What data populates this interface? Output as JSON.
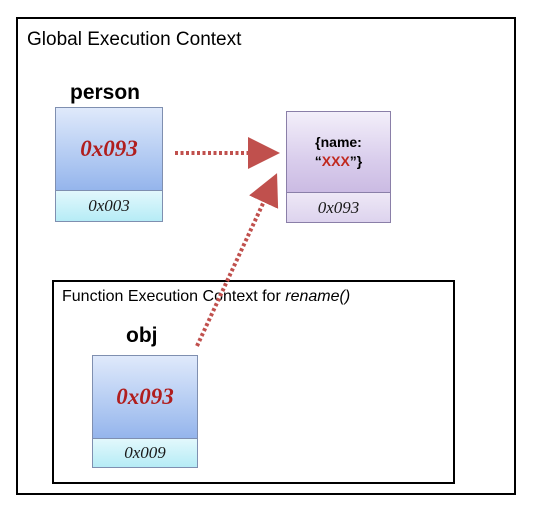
{
  "global_context": {
    "title": "Global Execution Context"
  },
  "function_context": {
    "title_prefix": "Function Execution Context for ",
    "title_fn": "rename()"
  },
  "person": {
    "name": "person",
    "value": "0x093",
    "address": "0x003"
  },
  "obj": {
    "name": "obj",
    "value": "0x093",
    "address": "0x009"
  },
  "heap_object": {
    "line1": "{name:",
    "quote_open": "“",
    "highlight": "XXX",
    "quote_close": "”}",
    "address": "0x093"
  },
  "colors": {
    "pointer_value": "#b01e1e",
    "arrow": "#c0504d",
    "highlight": "#c0281e"
  }
}
